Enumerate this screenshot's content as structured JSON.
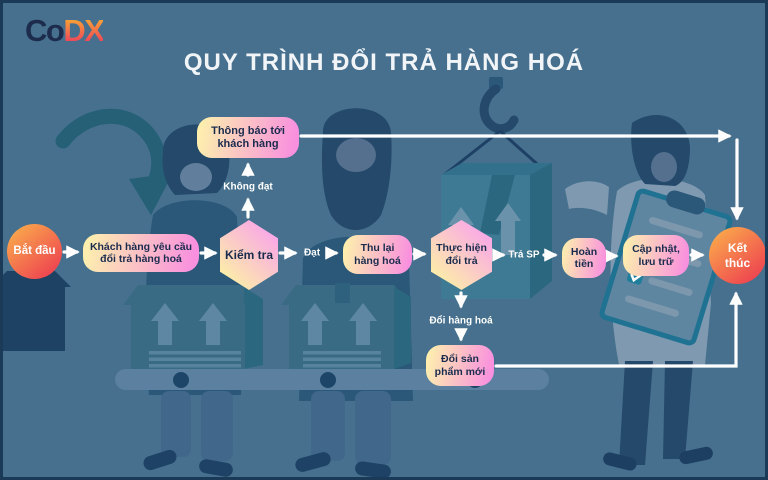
{
  "logo": {
    "part1": "Co",
    "part2": "DX"
  },
  "header": {
    "title": "QUY TRÌNH ĐỔI TRẢ HÀNG HOÁ"
  },
  "flow": {
    "start": "Bắt đầu",
    "request": "Khách hàng yêu cầu đổi trả hàng hoá",
    "check": "Kiểm tra",
    "notify": "Thông báo tới khách hàng",
    "collect": "Thu lại hàng hoá",
    "execute": "Thực hiện đổi trả",
    "refund": "Hoàn tiền",
    "update": "Cập nhật, lưu trữ",
    "exchange": "Đổi sản phẩm mới",
    "end": "Kết thúc",
    "labels": {
      "fail": "Không đạt",
      "pass": "Đạt",
      "return_product": "Trả SP",
      "exchange_goods": "Đổi hàng hoá"
    }
  },
  "colors": {
    "background": "#46708e",
    "node_gradient_yellow": "#fdeeae",
    "node_gradient_pink": "#f98fdf",
    "terminal_gradient_orange": "#f9a14c",
    "terminal_gradient_red": "#ee4150",
    "connector": "#ffffff",
    "node_text": "#1a2b4e",
    "illustration_teal": "#256077",
    "silhouette_navy": "#24496b"
  }
}
